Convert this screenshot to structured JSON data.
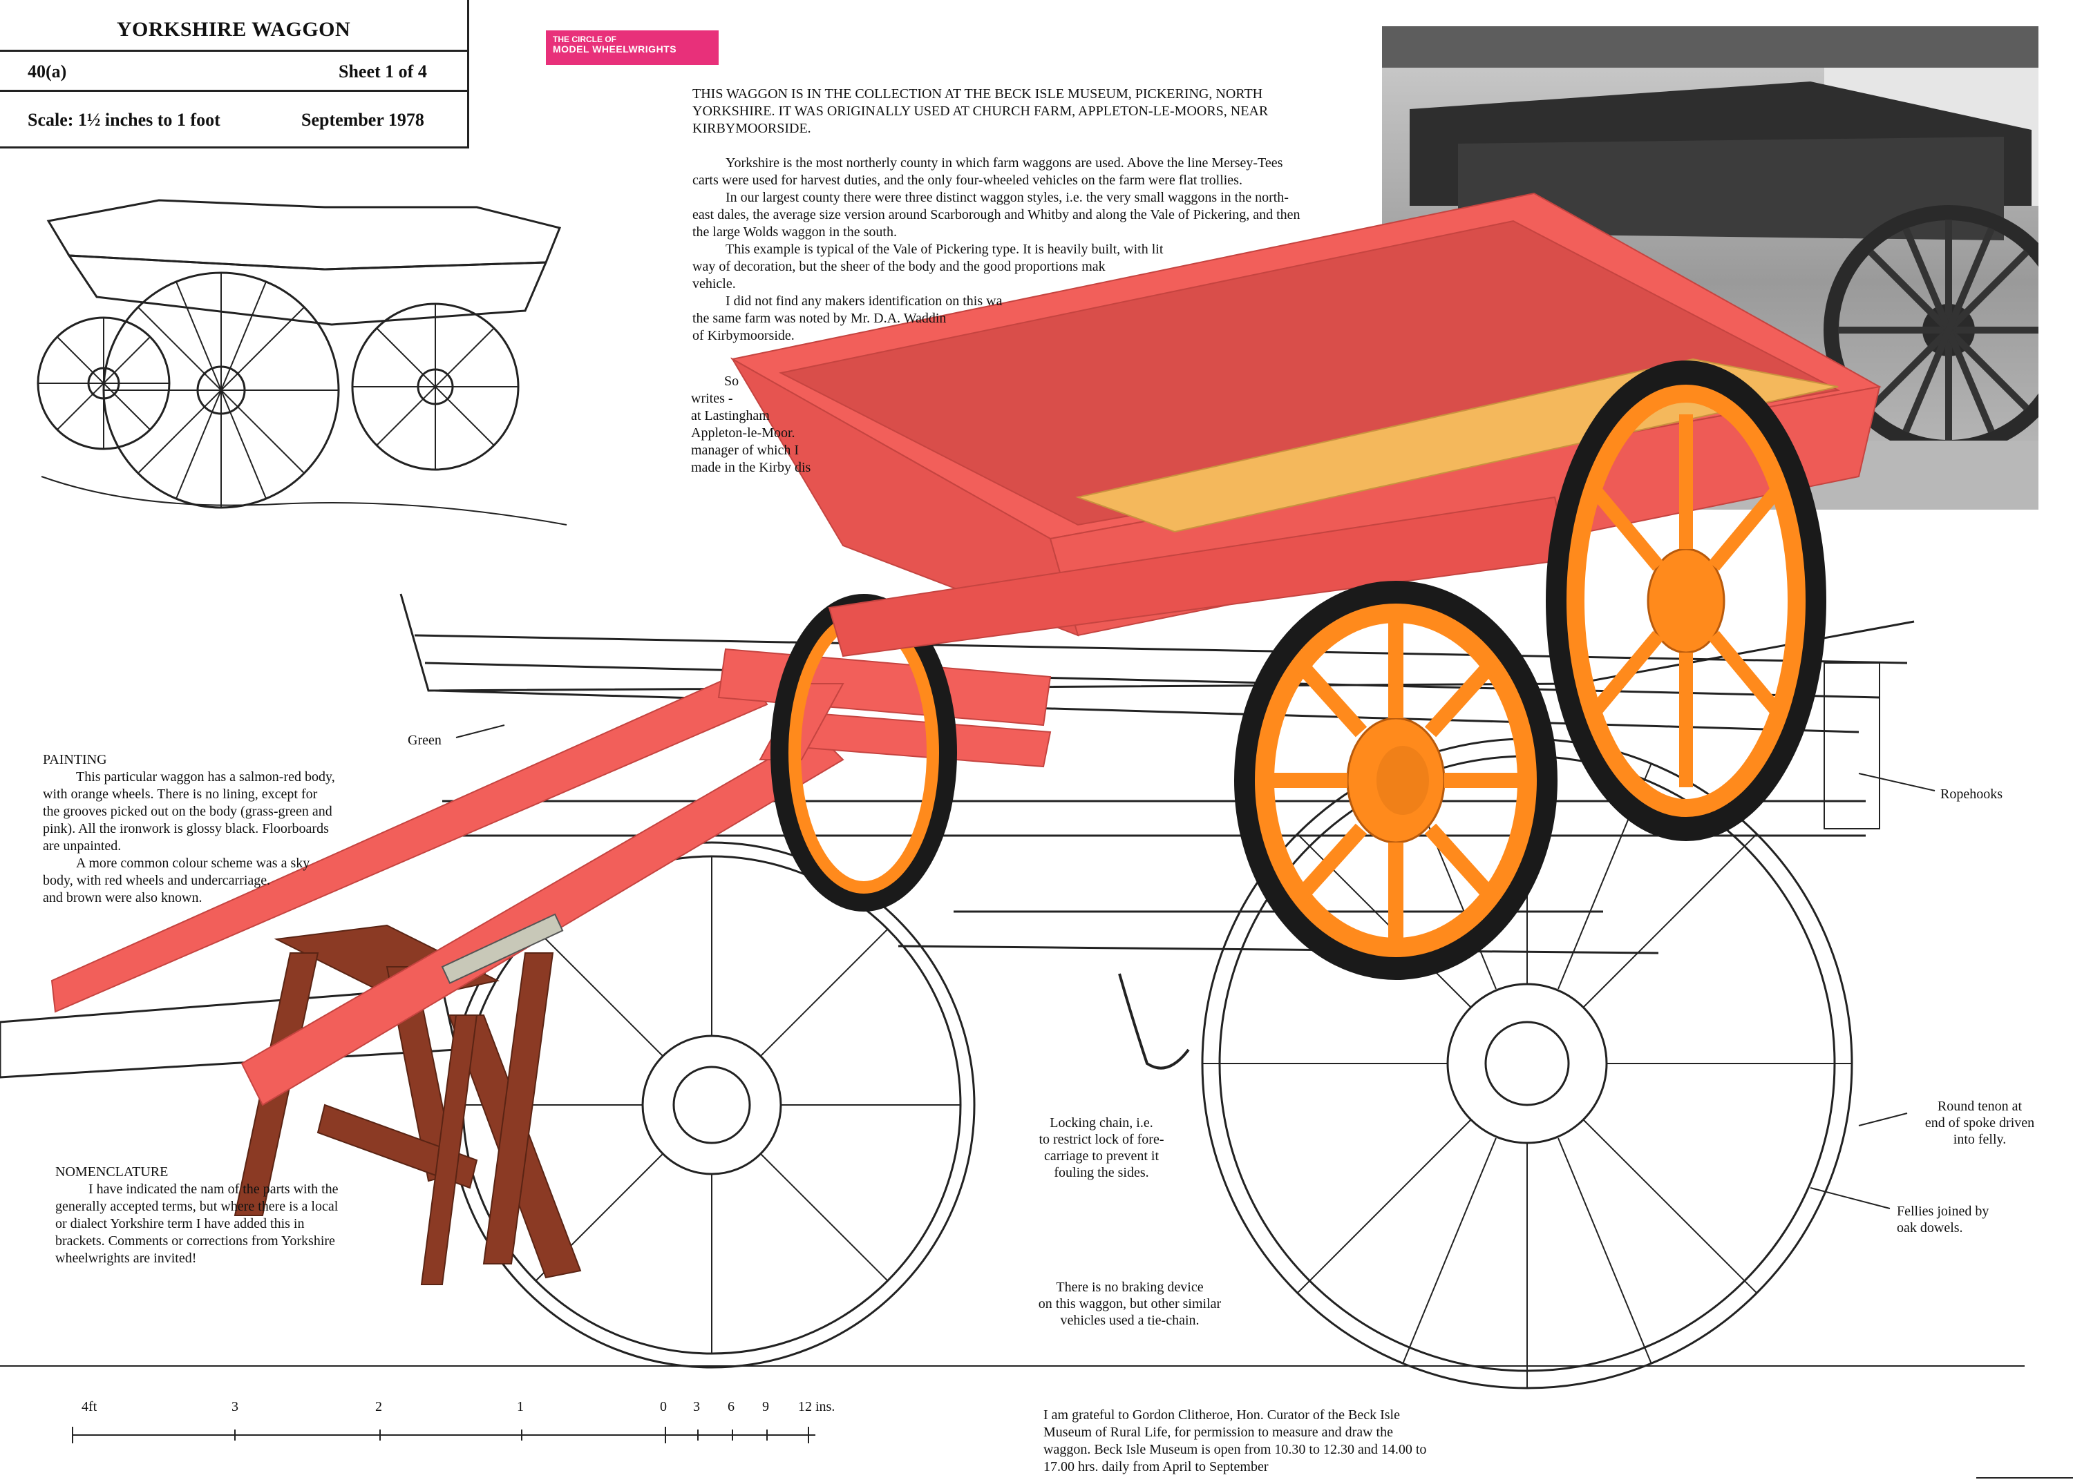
{
  "title_block": {
    "title": "YORKSHIRE WAGGON",
    "plan_number": "40(a)",
    "sheet": "Sheet 1 of 4",
    "scale": "Scale: 1½ inches to 1 foot",
    "date": "September 1978"
  },
  "badge": {
    "line1": "THE CIRCLE OF",
    "line2": "MODEL WHEELWRIGHTS"
  },
  "intro": {
    "caps": "THIS WAGGON IS IN THE COLLECTION AT THE BECK ISLE MUSEUM, PICKERING, NORTH YORKSHIRE. IT WAS ORIGINALLY USED AT CHURCH FARM, APPLETON-LE-MOORS, NEAR KIRBYMOORSIDE.",
    "p1": "Yorkshire is the most northerly county in which farm waggons are used. Above the line Mersey-Tees carts were used for harvest duties, and the only four-wheeled vehicles on the farm were flat trollies.",
    "p2": "In our largest county there were three distinct waggon styles, i.e. the very small waggons in the north-east dales, the average size version around Scarborough and Whitby and along the Vale of Pickering, and then the large Wolds waggon in the south.",
    "p3": "This example is typical of the Vale of Pickering type. It is heavily built, with lit",
    "p3b": "way of decoration, but the sheer of the body and the good proportions mak",
    "p3c": "vehicle.",
    "p4": "I did not find any makers identification on this wa",
    "p4b": "the same farm was noted by Mr. D.A. Waddin",
    "p4c": "of Kirbymoorside.",
    "p5a": "So",
    "p5b": "writes -",
    "p5c": "at Lastingham",
    "p5d": "Appleton-le-Moor.",
    "p5e": "manager of which I",
    "p5f": "made in the Kirby dis"
  },
  "painting": {
    "heading": "PAINTING",
    "p1a": "This particular waggon has a salmon-red body,",
    "p1b": "with orange wheels. There is no lining, except for",
    "p1c": "the grooves picked out on the body (grass-green and",
    "p1d": "pink). All the ironwork is glossy black. Floorboards",
    "p1e": "are unpainted.",
    "p2a": "A more common colour scheme was a sky",
    "p2b": "body, with red wheels and undercarriage.",
    "p2c": "and brown were also known."
  },
  "nomenclature": {
    "heading": "NOMENCLATURE",
    "l1a": "I have indicated the nam",
    "l1b": "of the parts with the",
    "l2": "generally accepted terms, but where there is a local",
    "l3": "or dialect Yorkshire term I have added this in",
    "l4": "brackets. Comments or corrections from Yorkshire",
    "l5": "wheelwrights are invited!"
  },
  "labels": {
    "green": "Green",
    "ropehooks": "Ropehooks",
    "chain1": "Locking chain, i.e.",
    "chain2": "to restrict lock of fore-",
    "chain3": "carriage to prevent it",
    "chain4": "fouling the sides.",
    "tenon1": "Round tenon at",
    "tenon2": "end of spoke driven",
    "tenon3": "into felly.",
    "fellies1": "Fellies joined by",
    "fellies2": "oak dowels.",
    "brake1": "There is no braking device",
    "brake2": "on this waggon, but other similar",
    "brake3": "vehicles used a tie-chain."
  },
  "scale_bar": {
    "ticks": [
      "4ft",
      "3",
      "2",
      "1",
      "0",
      "3",
      "6",
      "9",
      "12 ins."
    ]
  },
  "thanks": {
    "l1": "I am grateful to Gordon Clitheroe, Hon. Curator of the Beck Isle",
    "l2": "Museum of Rural Life, for permission to measure and draw the",
    "l3": "waggon. Beck Isle Museum is open from 10.30 to 12.30 and 14.00 to",
    "l4": "17.00 hrs. daily from April to September"
  },
  "colors": {
    "body": "#f25f5a",
    "wheel": "#ff8a1c",
    "tyre": "#1a1a1a",
    "trestle": "#8b3a24",
    "floor": "#f4b85c",
    "badge": "#e8307a"
  }
}
